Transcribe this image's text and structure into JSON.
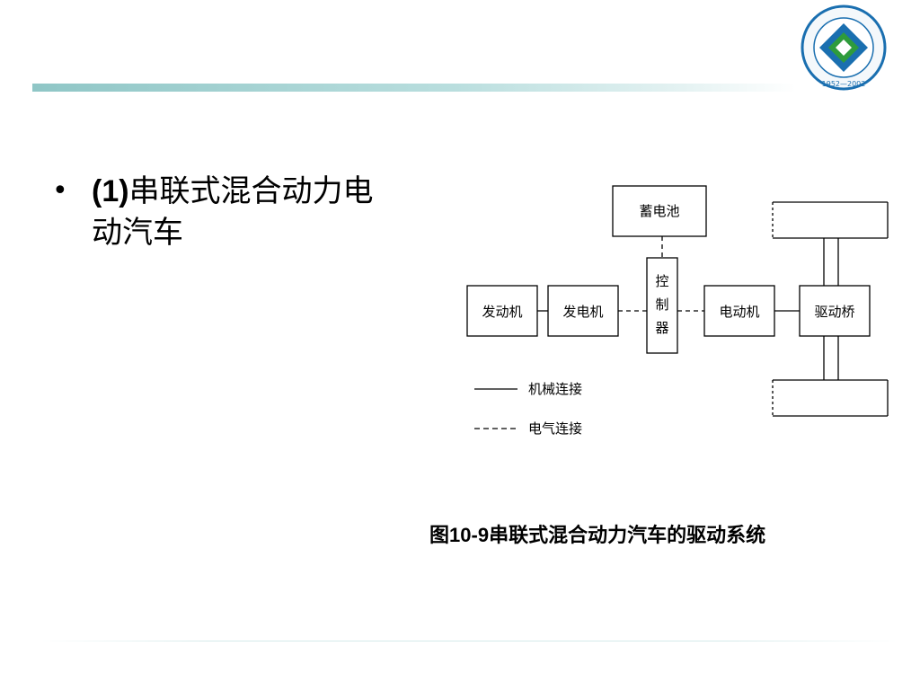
{
  "bullet": {
    "number": "(1)",
    "text_line1": "串联式混合动力电",
    "text_line2": "动汽车"
  },
  "logo": {
    "years": "1952—2002",
    "accent_colors": [
      "#1a6fb0",
      "#2e9b3c"
    ]
  },
  "diagram": {
    "battery": "蓄电池",
    "engine": "发动机",
    "generator": "发电机",
    "controller": [
      "控",
      "制",
      "器"
    ],
    "motor": "电动机",
    "drive_axle": "驱动桥",
    "legend_mechanical": "机械连接",
    "legend_electrical": "电气连接"
  },
  "caption": {
    "prefix": "图",
    "number": "10-9",
    "text": "串联式混合动力汽车的驱动系统"
  }
}
